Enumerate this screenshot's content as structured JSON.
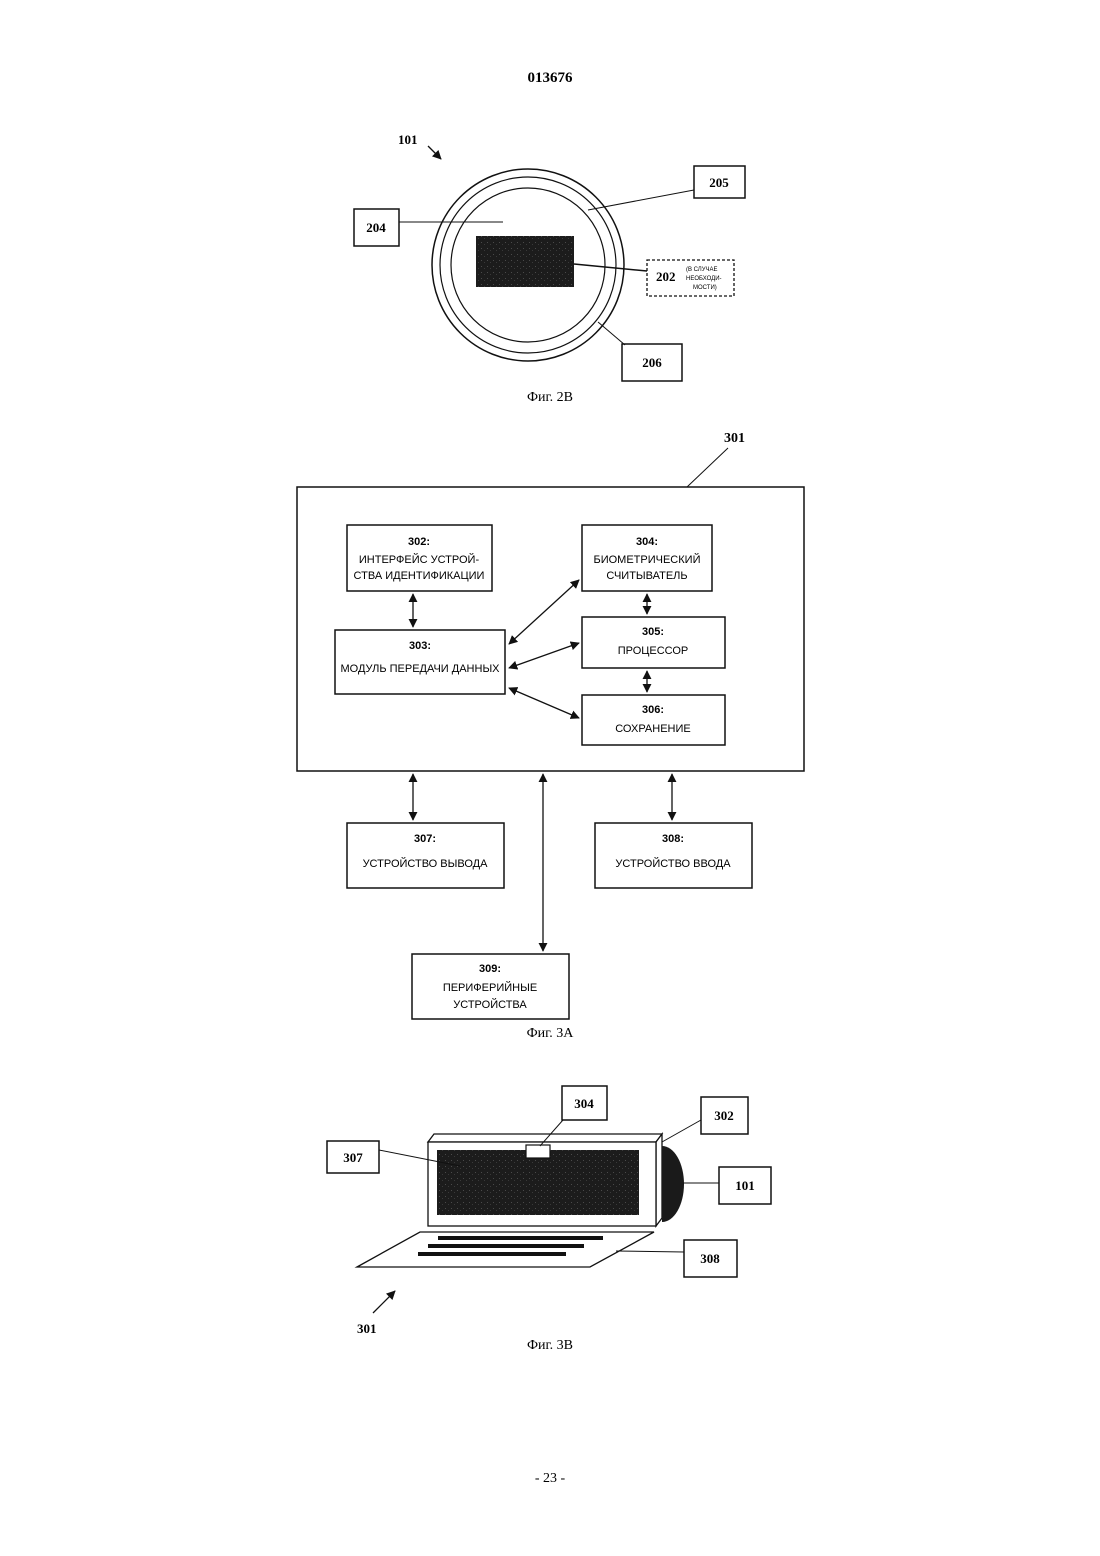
{
  "header": {
    "doc_number": "013676"
  },
  "fig2b": {
    "caption": "Фиг. 2B",
    "ref_101": "101",
    "label_204": "204",
    "label_205": "205",
    "label_206": "206",
    "label_202": "202",
    "note_line1": "(В СЛУЧАЕ",
    "note_line2": "НЕОБХОДИ-",
    "note_line3": "МОСТИ)"
  },
  "fig3a": {
    "caption": "Фиг. 3A",
    "ref_301": "301",
    "b302": {
      "num": "302:",
      "line1": "ИНТЕРФЕЙС УСТРОЙ-",
      "line2": "СТВА ИДЕНТИФИКАЦИИ"
    },
    "b303": {
      "num": "303:",
      "line1": "МОДУЛЬ ПЕРЕДАЧИ ДАННЫХ"
    },
    "b304": {
      "num": "304:",
      "line1": "БИОМЕТРИЧЕСКИЙ",
      "line2": "СЧИТЫВАТЕЛЬ"
    },
    "b305": {
      "num": "305:",
      "line1": "ПРОЦЕССОР"
    },
    "b306": {
      "num": "306:",
      "line1": "СОХРАНЕНИЕ"
    },
    "b307": {
      "num": "307:",
      "line1": "УСТРОЙСТВО ВЫВОДА"
    },
    "b308": {
      "num": "308:",
      "line1": "УСТРОЙСТВО ВВОДА"
    },
    "b309": {
      "num": "309:",
      "line1": "ПЕРИФЕРИЙНЫЕ",
      "line2": "УСТРОЙСТВА"
    }
  },
  "fig3b": {
    "caption": "Фиг. 3B",
    "label_304": "304",
    "label_302": "302",
    "label_307": "307",
    "label_101": "101",
    "label_308": "308",
    "ref_301": "301"
  },
  "footer": {
    "page_number": "- 23 -"
  }
}
